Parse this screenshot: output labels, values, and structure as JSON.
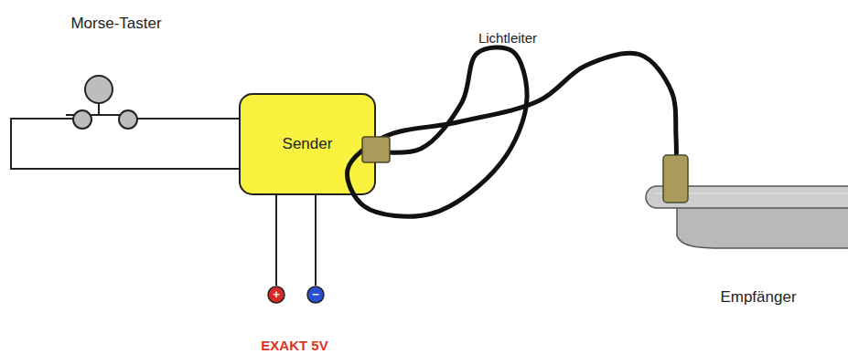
{
  "diagram": {
    "nodes": [
      {
        "text": [
          "Sender"
        ]
      },
      {
        "text": [
          "Empfänger"
        ]
      }
    ],
    "edges": [
      {
        "from": 0,
        "to": 1,
        "arrow": "none"
      }
    ],
    "labels": [
      "Morse-Taster",
      "Lichtleiter",
      "+",
      "−",
      "EXAKT 5V"
    ]
  }
}
